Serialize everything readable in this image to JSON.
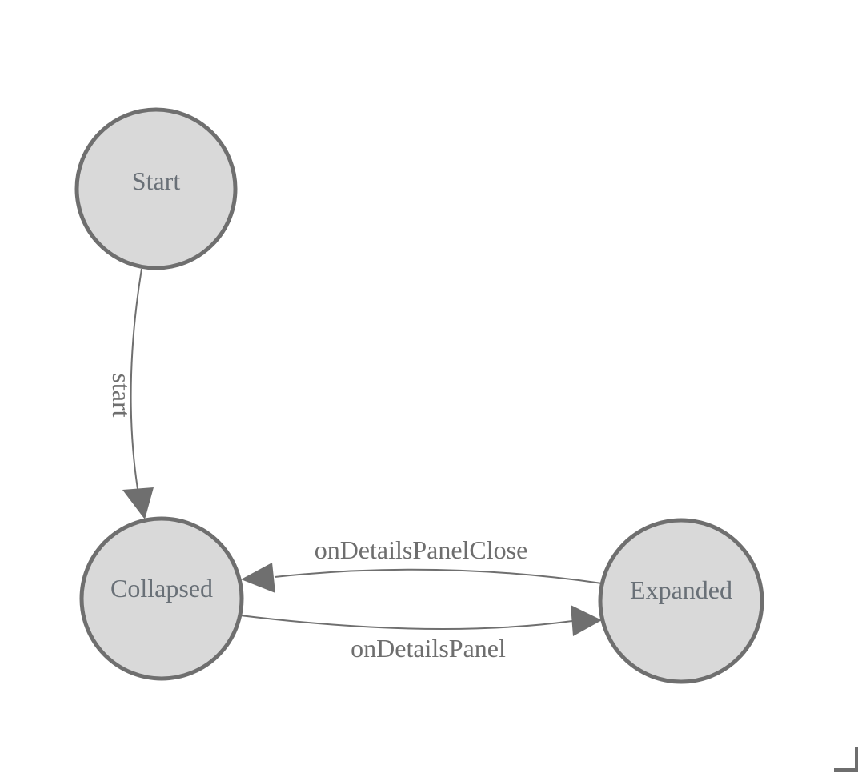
{
  "diagram": {
    "type": "state-machine",
    "nodes": [
      {
        "id": "start",
        "label": "Start"
      },
      {
        "id": "collapsed",
        "label": "Collapsed"
      },
      {
        "id": "expanded",
        "label": "Expanded"
      }
    ],
    "edges": [
      {
        "from": "start",
        "to": "collapsed",
        "label": "start"
      },
      {
        "from": "expanded",
        "to": "collapsed",
        "label": "onDetailsPanelClose"
      },
      {
        "from": "collapsed",
        "to": "expanded",
        "label": "onDetailsPanel"
      }
    ],
    "colors": {
      "background": "#ffffff",
      "node_fill": "#d9d9d9",
      "node_stroke": "#6f6f6f",
      "edge_stroke": "#6f6f6f",
      "arrow_fill": "#6f6f6f",
      "node_label": "#697077",
      "edge_label": "#6e6e6e",
      "corner_mark": "#6e6e6e"
    }
  }
}
